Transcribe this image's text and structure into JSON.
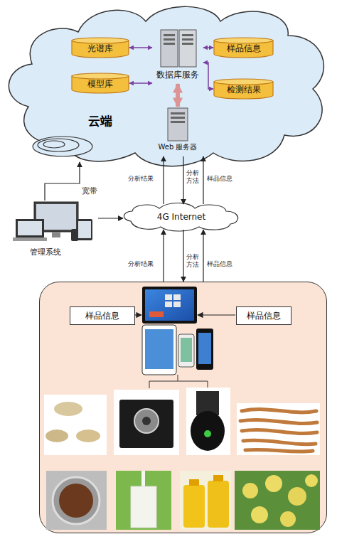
{
  "diagram": {
    "nodes": [
      {
        "text": [
          "云端"
        ]
      },
      {
        "text": [
          "光谱库"
        ],
        "in": 0
      },
      {
        "text": [
          "模型库"
        ],
        "in": 0
      },
      {
        "text": [
          "数据库服务"
        ],
        "in": 0
      },
      {
        "text": [
          "样品信息"
        ],
        "in": 0
      },
      {
        "text": [
          "检测结果"
        ],
        "in": 0
      },
      {
        "text": [
          "Web 服务器"
        ],
        "in": 0
      },
      {
        "text": [
          "管理系统"
        ]
      },
      {
        "text": [
          "4G Internet"
        ]
      },
      {
        "text": []
      },
      {
        "text": [
          "样品信息"
        ],
        "in": 9
      },
      {
        "text": [
          "样品信息"
        ],
        "in": 9
      }
    ],
    "edges": [
      {
        "from": 3,
        "to": 1,
        "arrow": "both"
      },
      {
        "from": 3,
        "to": 2,
        "arrow": "both"
      },
      {
        "from": 3,
        "to": 4,
        "arrow": "both"
      },
      {
        "from": 3,
        "to": 5,
        "arrow": "both"
      },
      {
        "from": 3,
        "to": 6,
        "arrow": "both"
      },
      {
        "from": 7,
        "to": 0,
        "label": "宽带",
        "arrow": "to"
      },
      {
        "from": 7,
        "to": 8,
        "arrow": "to"
      },
      {
        "from": 8,
        "to": 6,
        "label": "分析结果",
        "arrow": "to"
      },
      {
        "from": 6,
        "to": 8,
        "label": "分析 方法",
        "arrow": "to"
      },
      {
        "from": 8,
        "to": 6,
        "label": "样品信息",
        "arrow": "to"
      },
      {
        "from": 9,
        "to": 8,
        "label": "分析结果",
        "arrow": "to"
      },
      {
        "from": 8,
        "to": 9,
        "label": "分析 方法",
        "arrow": "to"
      },
      {
        "from": 9,
        "to": 8,
        "label": "样品信息",
        "arrow": "to"
      }
    ]
  }
}
